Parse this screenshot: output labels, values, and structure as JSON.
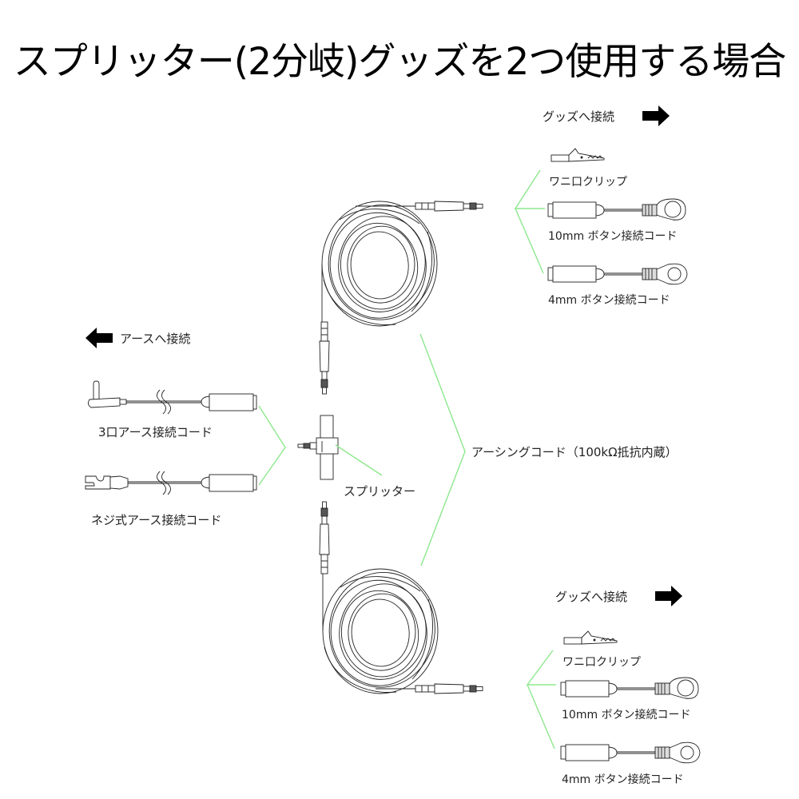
{
  "title": "スプリッター(2分岐)グッズを2つ使用する場合",
  "colors": {
    "annotation_line": "#8de88d",
    "arrow": "#000000",
    "drawing": "#222222"
  },
  "left_group": {
    "direction_label": "アースへ接続",
    "direction_icon": "arrow-left-icon",
    "cords": [
      {
        "label": "3口アース接続コード",
        "icon": "outlet-plug-icon"
      },
      {
        "label": "ネジ式アース接続コード",
        "icon": "spade-terminal-icon"
      }
    ]
  },
  "center": {
    "splitter_label": "スプリッター",
    "earthing_cord_label": "アーシングコード（100kΩ抵抗内蔵）"
  },
  "right_groups": [
    {
      "direction_label": "グッズへ接続",
      "direction_icon": "arrow-right-icon",
      "items": [
        {
          "label": "ワニ口クリップ",
          "icon": "alligator-clip-icon"
        },
        {
          "label": "10mm ボタン接続コード",
          "icon": "snap-button-10mm-icon"
        },
        {
          "label": "4mm ボタン接続コード",
          "icon": "snap-button-4mm-icon"
        }
      ]
    },
    {
      "direction_label": "グッズへ接続",
      "direction_icon": "arrow-right-icon",
      "items": [
        {
          "label": "ワニ口クリップ",
          "icon": "alligator-clip-icon"
        },
        {
          "label": "10mm ボタン接続コード",
          "icon": "snap-button-10mm-icon"
        },
        {
          "label": "4mm ボタン接続コード",
          "icon": "snap-button-4mm-icon"
        }
      ]
    }
  ]
}
